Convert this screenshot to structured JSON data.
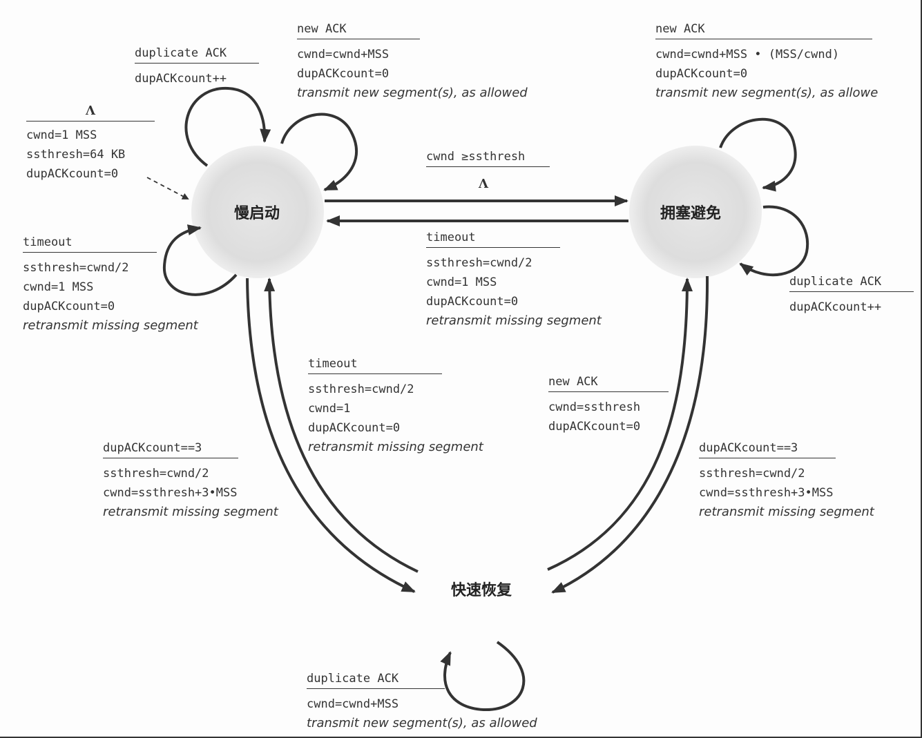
{
  "states": {
    "slow_start": "慢启动",
    "congestion_avoidance": "拥塞避免",
    "fast_recovery": "快速恢复"
  },
  "init": {
    "event": "Λ",
    "actions": [
      "cwnd=1 MSS",
      "ssthresh=64 KB",
      "dupACKcount=0"
    ]
  },
  "ss_dup": {
    "event": "duplicate ACK",
    "actions": [
      "dupACKcount++"
    ]
  },
  "ss_new": {
    "event": "new ACK",
    "actions": [
      "cwnd=cwnd+MSS",
      "dupACKcount=0"
    ],
    "note": "transmit new segment(s), as allowed"
  },
  "ss_timeout": {
    "event": "timeout",
    "actions": [
      "ssthresh=cwnd/2",
      "cwnd=1 MSS",
      "dupACKcount=0"
    ],
    "note": "retransmit missing segment"
  },
  "ss_to_ca": {
    "event": "cwnd ≥ssthresh",
    "action": "Λ"
  },
  "ca_to_ss": {
    "event": "timeout",
    "actions": [
      "ssthresh=cwnd/2",
      "cwnd=1 MSS",
      "dupACKcount=0"
    ],
    "note": "retransmit missing segment"
  },
  "ca_new": {
    "event": "new ACK",
    "actions": [
      "cwnd=cwnd+MSS • (MSS/cwnd)",
      "dupACKcount=0"
    ],
    "note": "transmit new segment(s), as allowe"
  },
  "ca_dup": {
    "event": "duplicate ACK",
    "actions": [
      "dupACKcount++"
    ]
  },
  "fr_to_ss": {
    "event": "timeout",
    "actions": [
      "ssthresh=cwnd/2",
      "cwnd=1",
      "dupACKcount=0"
    ],
    "note": "retransmit missing segment"
  },
  "ss_to_fr": {
    "event": "dupACKcount==3",
    "actions": [
      "ssthresh=cwnd/2",
      "cwnd=ssthresh+3•MSS"
    ],
    "note": "retransmit missing segment"
  },
  "fr_to_ca": {
    "event": "new ACK",
    "actions": [
      "cwnd=ssthresh",
      "dupACKcount=0"
    ]
  },
  "ca_to_fr": {
    "event": "dupACKcount==3",
    "actions": [
      "ssthresh=cwnd/2",
      "cwnd=ssthresh+3•MSS"
    ],
    "note": "retransmit missing segment"
  },
  "fr_dup": {
    "event": "duplicate ACK",
    "actions": [
      "cwnd=cwnd+MSS"
    ],
    "note": "transmit new segment(s), as allowed"
  }
}
